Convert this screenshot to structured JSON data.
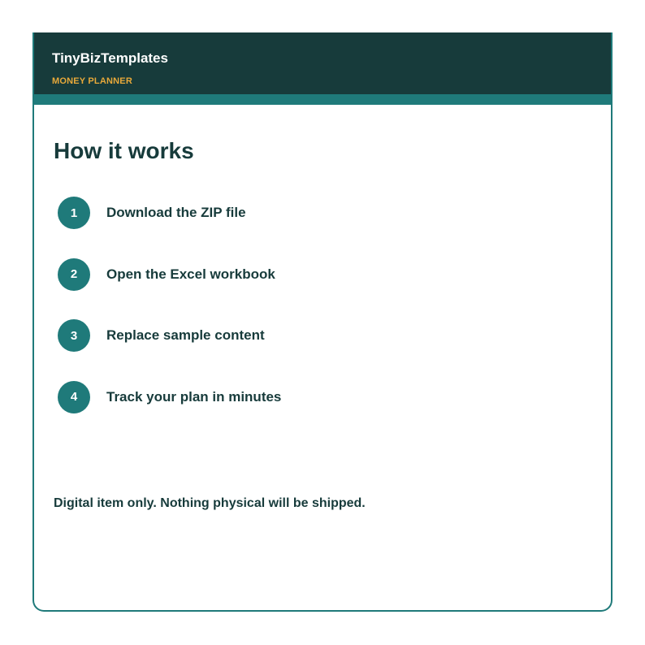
{
  "header": {
    "brand": "TinyBizTemplates",
    "product": "MONEY PLANNER"
  },
  "main": {
    "title": "How it works",
    "steps": [
      {
        "number": "1",
        "label": "Download the ZIP file"
      },
      {
        "number": "2",
        "label": "Open the Excel workbook"
      },
      {
        "number": "3",
        "label": "Replace sample content"
      },
      {
        "number": "4",
        "label": "Track your plan in minutes"
      }
    ],
    "note": "Digital item only. Nothing physical will be shipped."
  },
  "colors": {
    "header_bg": "#173b3b",
    "accent": "#1f7a7a",
    "product_label": "#e8a93a",
    "text": "#173b3b"
  }
}
